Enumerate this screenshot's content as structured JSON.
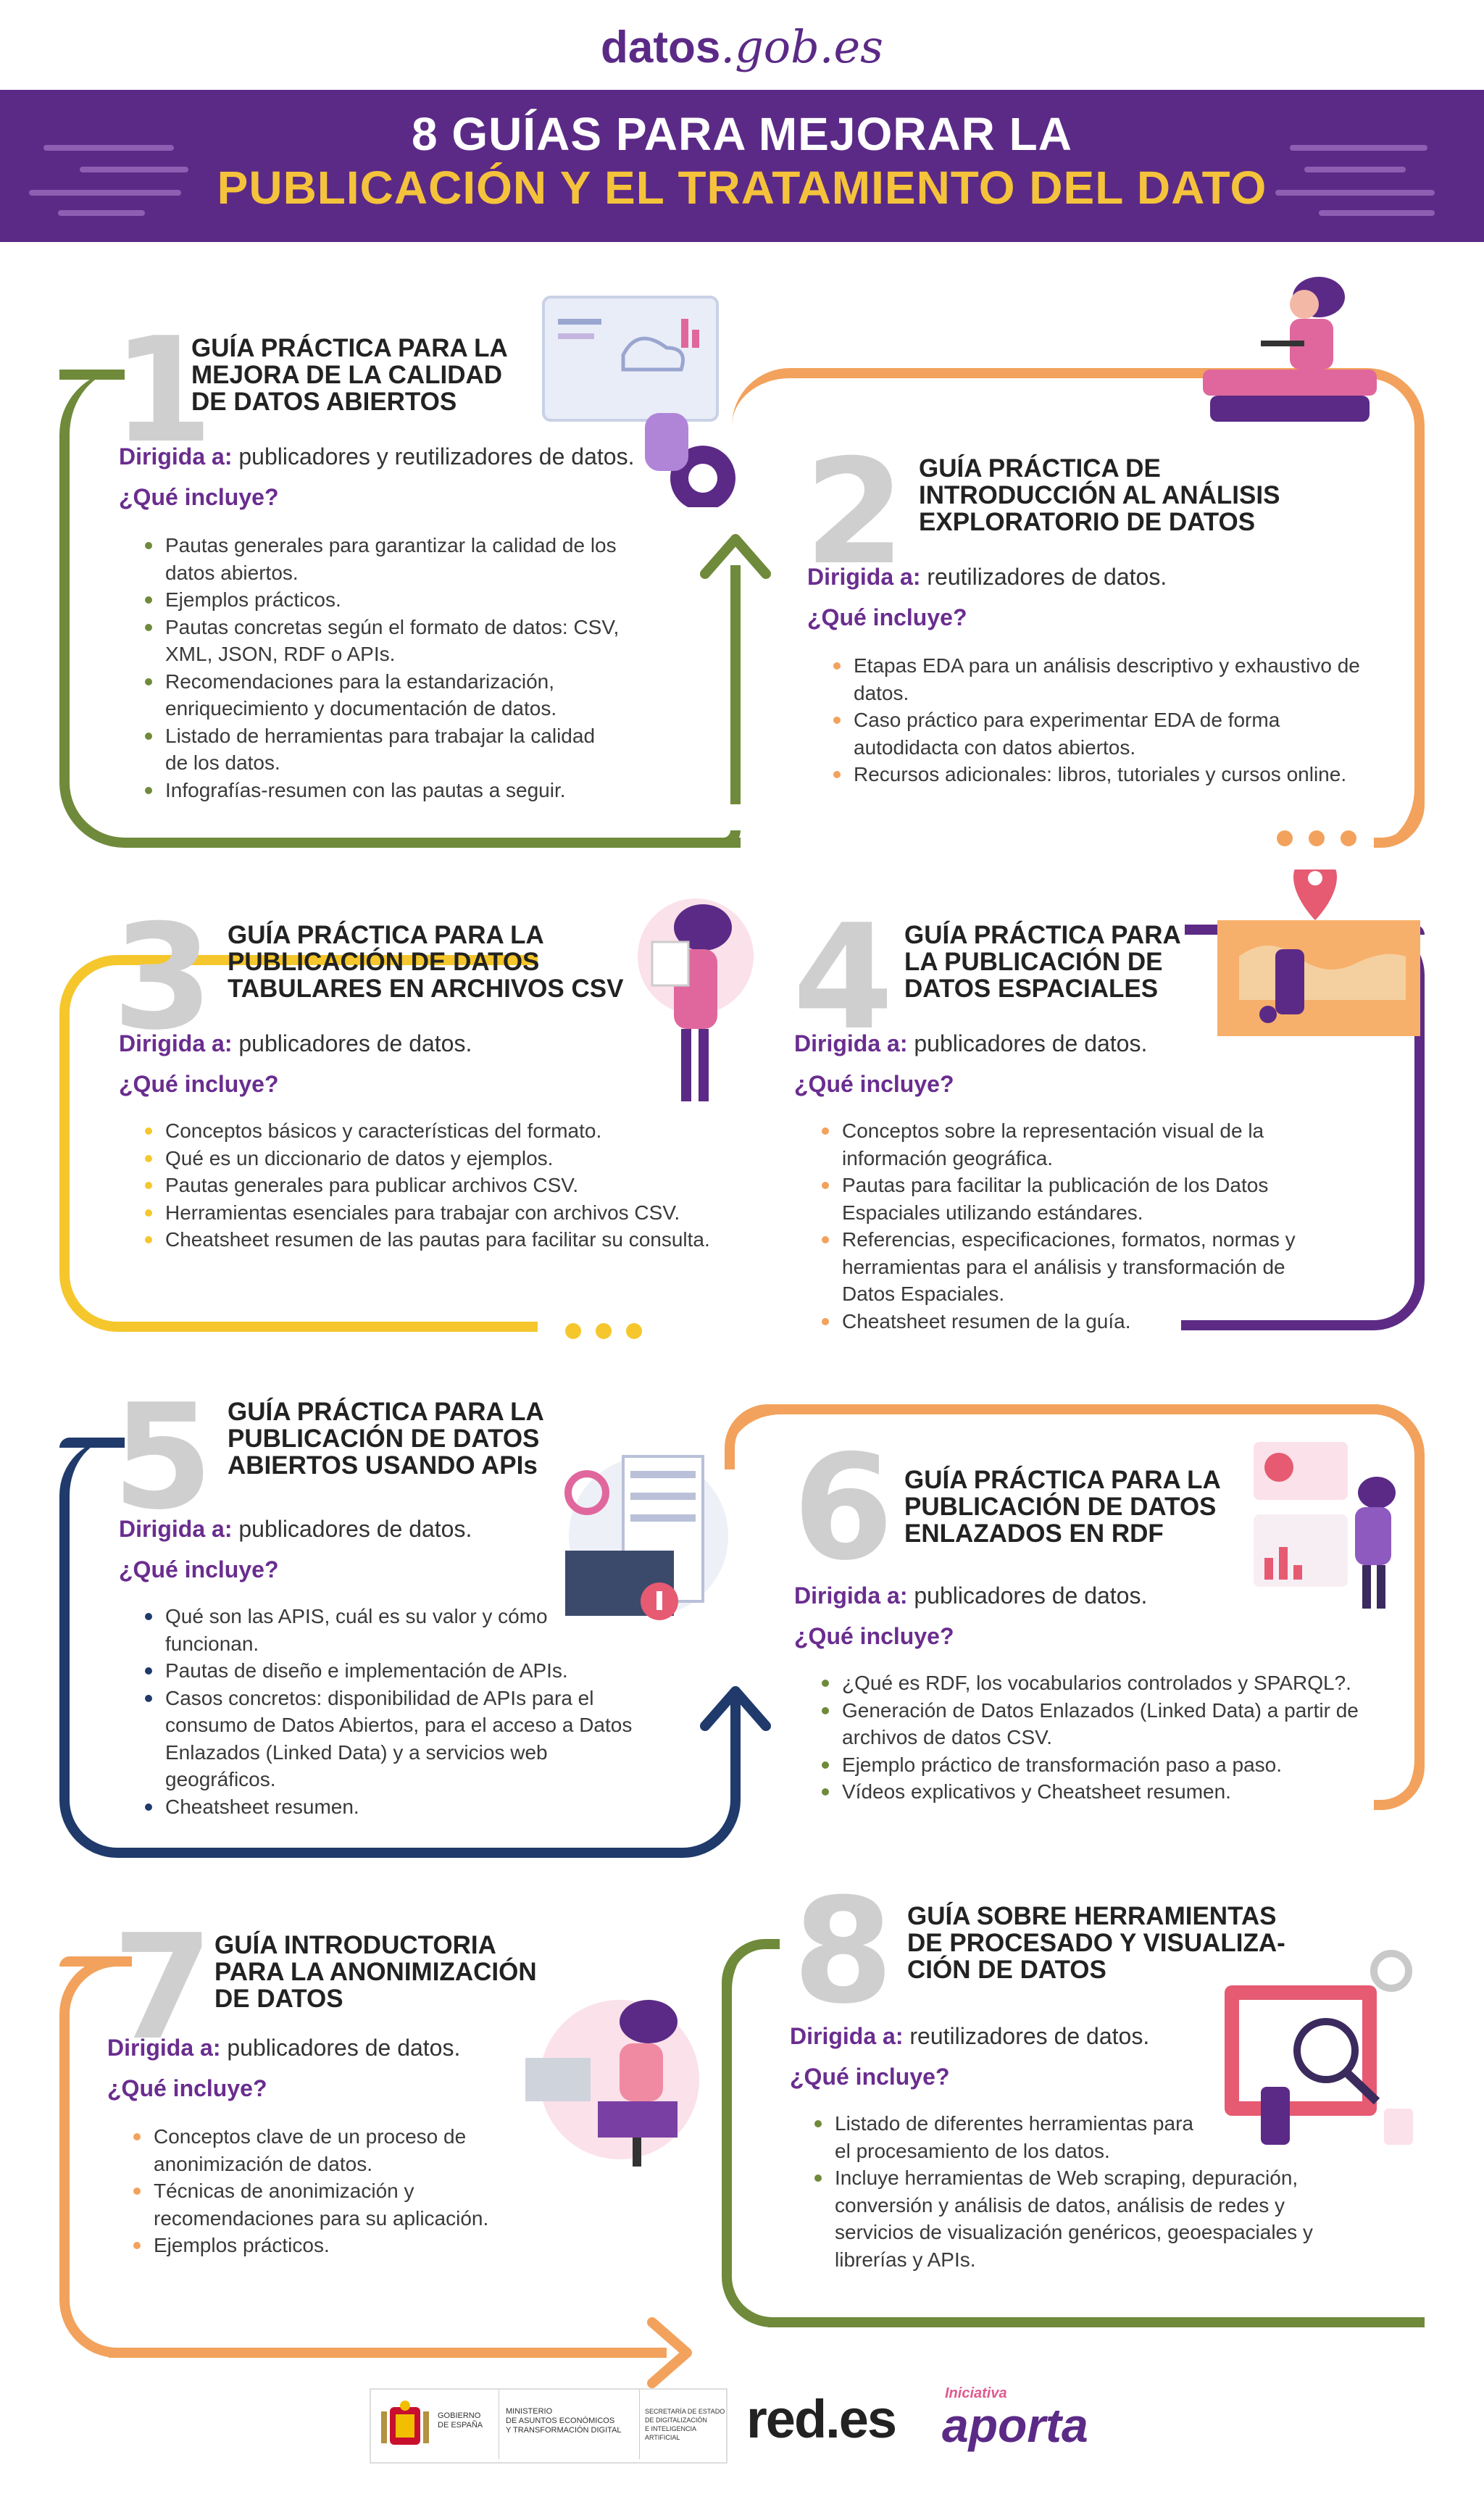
{
  "brand": {
    "main": "datos",
    "tld": ".gob.es"
  },
  "banner": {
    "line1": "8 GUÍAS PARA MEJORAR LA",
    "line2": "PUBLICACIÓN Y EL TRATAMIENTO DEL DATO"
  },
  "labels": {
    "dirigida": "Dirigida a:",
    "incluye": "¿Qué incluye?"
  },
  "colors": {
    "purple": "#5b2a86",
    "yellow": "#f5c33b",
    "green": "#6f8a3a",
    "orange": "#f2a25c",
    "gold": "#f5c72d",
    "violet": "#5d2b86",
    "navy": "#1f3a6b"
  },
  "guides": [
    {
      "number": "1",
      "title": [
        "GUÍA PRÁCTICA PARA LA",
        "MEJORA DE LA CALIDAD",
        "DE DATOS ABIERTOS"
      ],
      "audience": "publicadores y reutilizadores de datos.",
      "items": [
        "Pautas generales para garantizar la calidad de los datos abiertos.",
        "Ejemplos prácticos.",
        "Pautas concretas según el formato de datos: CSV, XML, JSON, RDF o APIs.",
        "Recomendaciones para la estandarización, enriquecimiento y documentación de datos.",
        "Listado de herramientas para trabajar la calidad de los datos.",
        "Infografías-resumen con las pautas a seguir."
      ]
    },
    {
      "number": "2",
      "title": [
        "GUÍA PRÁCTICA DE",
        "INTRODUCCIÓN AL ANÁLISIS",
        "EXPLORATORIO DE DATOS"
      ],
      "audience": "reutilizadores de datos.",
      "items": [
        "Etapas EDA para un análisis descriptivo y exhaustivo de datos.",
        "Caso práctico para experimentar EDA de forma autodidacta con datos abiertos.",
        "Recursos adicionales: libros, tutoriales y cursos online."
      ]
    },
    {
      "number": "3",
      "title": [
        "GUÍA PRÁCTICA PARA LA",
        "PUBLICACIÓN DE DATOS",
        "TABULARES EN ARCHIVOS CSV"
      ],
      "audience": "publicadores de datos.",
      "items": [
        "Conceptos básicos y características del formato.",
        "Qué es un diccionario de datos y ejemplos.",
        "Pautas generales para publicar archivos CSV.",
        "Herramientas esenciales para trabajar con archivos CSV.",
        "Cheatsheet resumen de las pautas para facilitar su consulta."
      ]
    },
    {
      "number": "4",
      "title": [
        "GUÍA PRÁCTICA PARA",
        "LA PUBLICACIÓN DE",
        "DATOS ESPACIALES"
      ],
      "audience": "publicadores de datos.",
      "items": [
        "Conceptos sobre la representación visual de la información geográfica.",
        "Pautas para facilitar la publicación de los Datos Espaciales utilizando estándares.",
        "Referencias, especificaciones, formatos, normas y herramientas para el análisis y transformación de Datos Espaciales.",
        "Cheatsheet resumen de la guía."
      ]
    },
    {
      "number": "5",
      "title": [
        "GUÍA PRÁCTICA PARA LA",
        "PUBLICACIÓN DE DATOS",
        "ABIERTOS USANDO APIs"
      ],
      "audience": "publicadores de datos.",
      "items": [
        "Qué son las APIS, cuál es su valor y cómo funcionan.",
        "Pautas de diseño e implementación de APIs.",
        "Casos concretos: disponibilidad de APIs para el consumo de Datos Abiertos, para el acceso a Datos Enlazados (Linked Data) y a servicios web geográficos.",
        "Cheatsheet resumen."
      ]
    },
    {
      "number": "6",
      "title": [
        "GUÍA PRÁCTICA PARA LA",
        "PUBLICACIÓN DE DATOS",
        "ENLAZADOS EN RDF"
      ],
      "audience": "publicadores de datos.",
      "items": [
        "¿Qué es RDF, los vocabularios controlados y SPARQL?.",
        "Generación de Datos Enlazados (Linked Data) a partir de archivos de datos CSV.",
        "Ejemplo práctico de transformación paso a paso.",
        "Vídeos explicativos y Cheatsheet resumen."
      ]
    },
    {
      "number": "7",
      "title": [
        "GUÍA INTRODUCTORIA",
        "PARA LA ANONIMIZACIÓN",
        "DE DATOS"
      ],
      "audience": "publicadores de datos.",
      "items": [
        "Conceptos clave de un proceso de anonimización de datos.",
        "Técnicas de anonimización y recomendaciones para su aplicación.",
        "Ejemplos prácticos."
      ]
    },
    {
      "number": "8",
      "title": [
        "GUÍA SOBRE HERRAMIENTAS",
        "DE PROCESADO Y VISUALIZA-",
        "CIÓN DE DATOS"
      ],
      "audience": "reutilizadores de datos.",
      "items": [
        "Listado de diferentes herramientas para el procesamiento de los datos.",
        "Incluye herramientas de Web scraping, depuración, conversión y análisis de datos, análisis de redes y servicios de visualización genéricos, geoespaciales y librerías y APIs."
      ]
    }
  ],
  "footer": {
    "gov1": "GOBIERNO",
    "gov2": "DE ESPAÑA",
    "min1": "MINISTERIO",
    "min2": "DE ASUNTOS ECONÓMICOS",
    "min3": "Y TRANSFORMACIÓN DIGITAL",
    "sec1": "SECRETARÍA DE ESTADO",
    "sec2": "DE DIGITALIZACIÓN",
    "sec3": "E INTELIGENCIA ARTIFICIAL",
    "redes_a": "red",
    "redes_b": ".es",
    "aporta_small": "Iniciativa",
    "aporta_big": "aporta"
  }
}
